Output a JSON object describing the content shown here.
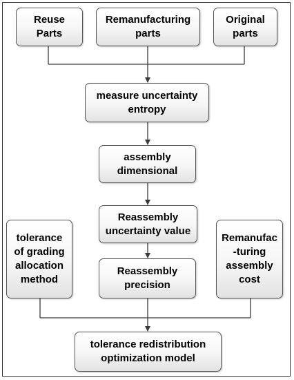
{
  "nodes": {
    "reuse_parts": [
      "Reuse",
      "Parts"
    ],
    "remanufacturing_parts": [
      "Remanufacturing",
      "parts"
    ],
    "original_parts": [
      "Original",
      "parts"
    ],
    "measure_uncertainty": [
      "measure uncertainty",
      "entropy"
    ],
    "assembly_dimensional": [
      "assembly",
      "dimensional"
    ],
    "reassembly_uncertainty": [
      "Reassembly",
      "uncertainty value"
    ],
    "reassembly_precision": [
      "Reassembly",
      "precision"
    ],
    "tolerance_grading": [
      "tolerance",
      "of grading",
      "allocation",
      "method"
    ],
    "remanufacturing_cost": [
      "Remanufac",
      "-turing",
      "assembly",
      "cost"
    ],
    "optimization_model": [
      "tolerance redistribution",
      "optimization model"
    ]
  },
  "colors": {
    "line": "#3a3a3a",
    "border": "#555555"
  }
}
